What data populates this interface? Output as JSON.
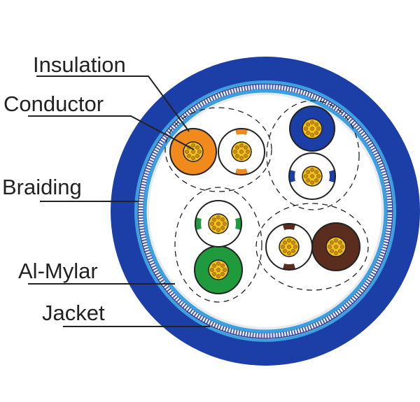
{
  "labels": {
    "insulation": "Insulation",
    "conductor": "Conductor",
    "braiding": "Braiding",
    "al_mylar": "Al-Mylar",
    "jacket": "Jacket"
  },
  "colors": {
    "jacket": "#1b3fa6",
    "jacket_inner_ring": "#3aa0e0",
    "braid": "#4a5bb0",
    "foil": "#e8eaf2",
    "interior": "#ffffff",
    "conductor_fill": "#f4c21a",
    "conductor_dot": "#c98f0c",
    "orange": "#f08a1c",
    "blue": "#1b3fa6",
    "green": "#1f9a3c",
    "brown": "#5a2d1e",
    "leader_line": "#222222"
  },
  "pairs": [
    {
      "name": "orange",
      "solid": "orange",
      "striped": "orange"
    },
    {
      "name": "blue",
      "solid": "blue",
      "striped": "blue"
    },
    {
      "name": "green",
      "solid": "green",
      "striped": "green"
    },
    {
      "name": "brown",
      "solid": "brown",
      "striped": "brown"
    }
  ]
}
